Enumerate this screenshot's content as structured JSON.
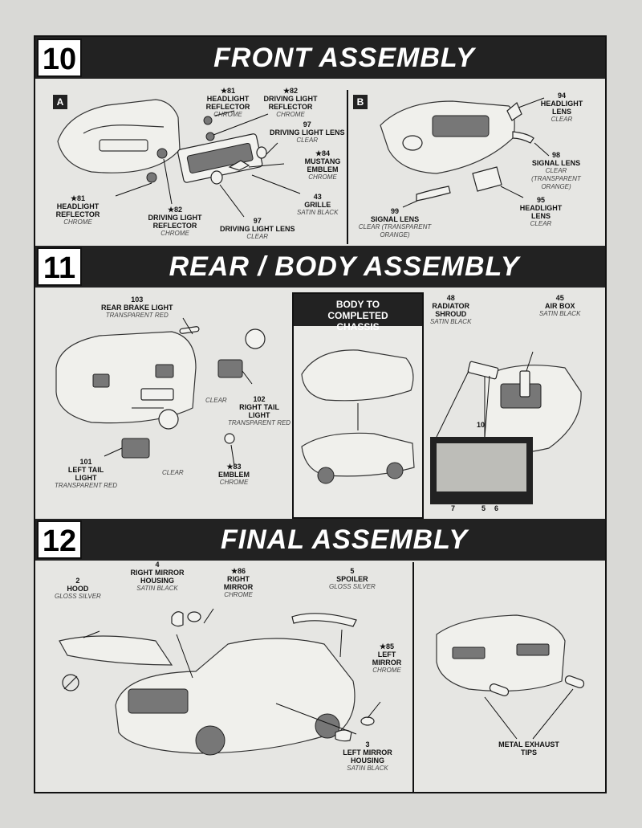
{
  "steps": [
    {
      "number": "10",
      "title": "FRONT ASSEMBLY"
    },
    {
      "number": "11",
      "title": "REAR / BODY ASSEMBLY"
    },
    {
      "number": "12",
      "title": "FINAL ASSEMBLY"
    }
  ],
  "step10": {
    "panel_a": "A",
    "panel_b": "B",
    "a_labels": [
      {
        "num": "★81",
        "name": "HEADLIGHT REFLECTOR",
        "finish": "CHROME"
      },
      {
        "num": "★82",
        "name": "DRIVING LIGHT REFLECTOR",
        "finish": "CHROME"
      },
      {
        "num": "97",
        "name": "DRIVING LIGHT LENS",
        "finish": "CLEAR"
      },
      {
        "num": "★84",
        "name": "MUSTANG EMBLEM",
        "finish": "CHROME"
      },
      {
        "num": "43",
        "name": "GRILLE",
        "finish": "SATIN BLACK"
      },
      {
        "num": "★81",
        "name": "HEADLIGHT REFLECTOR",
        "finish": "CHROME"
      },
      {
        "num": "★82",
        "name": "DRIVING LIGHT REFLECTOR",
        "finish": "CHROME"
      },
      {
        "num": "97",
        "name": "DRIVING LIGHT LENS",
        "finish": "CLEAR"
      }
    ],
    "b_labels": [
      {
        "num": "94",
        "name": "HEADLIGHT LENS",
        "finish": "CLEAR"
      },
      {
        "num": "98",
        "name": "SIGNAL LENS",
        "finish": "CLEAR (TRANSPARENT ORANGE)"
      },
      {
        "num": "99",
        "name": "SIGNAL LENS",
        "finish": "CLEAR (TRANSPARENT ORANGE)"
      },
      {
        "num": "95",
        "name": "HEADLIGHT LENS",
        "finish": "CLEAR"
      }
    ]
  },
  "step11": {
    "rear_labels": [
      {
        "num": "103",
        "name": "REAR BRAKE LIGHT",
        "finish": "TRANSPARENT RED"
      },
      {
        "num": "102",
        "name": "RIGHT TAIL LIGHT",
        "finish": "TRANSPARENT RED"
      },
      {
        "num": "101",
        "name": "LEFT TAIL LIGHT",
        "finish": "TRANSPARENT RED"
      },
      {
        "num": "★83",
        "name": "EMBLEM",
        "finish": "CHROME"
      }
    ],
    "clear_1": "CLEAR",
    "clear_2": "CLEAR",
    "body_box_title": "BODY TO COMPLETED CHASSIS",
    "radiator": {
      "num": "48",
      "name": "RADIATOR SHROUD",
      "finish": "SATIN BLACK"
    },
    "airbox": {
      "num": "45",
      "name": "AIR BOX",
      "finish": "SATIN BLACK"
    },
    "inset_numbers": [
      "10",
      "7",
      "5",
      "6"
    ]
  },
  "step12": {
    "labels": [
      {
        "num": "2",
        "name": "HOOD",
        "finish": "GLOSS SILVER"
      },
      {
        "num": "4",
        "name": "RIGHT MIRROR HOUSING",
        "finish": "SATIN BLACK"
      },
      {
        "num": "★86",
        "name": "RIGHT MIRROR",
        "finish": "CHROME"
      },
      {
        "num": "5",
        "name": "SPOILER",
        "finish": "GLOSS SILVER"
      },
      {
        "num": "★85",
        "name": "LEFT MIRROR",
        "finish": "CHROME"
      },
      {
        "num": "3",
        "name": "LEFT MIRROR HOUSING",
        "finish": "SATIN BLACK"
      }
    ],
    "exhaust": "METAL EXHAUST TIPS"
  }
}
